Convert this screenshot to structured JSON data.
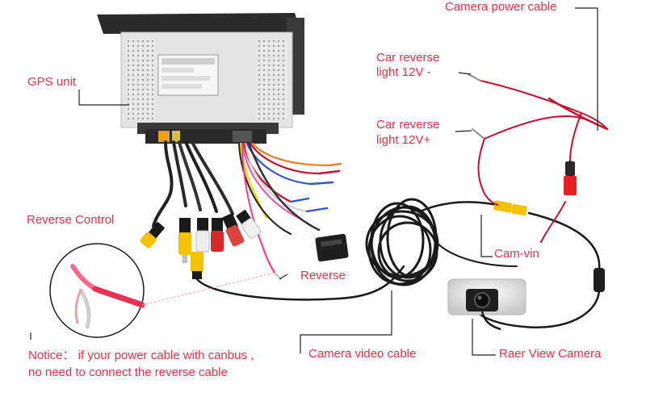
{
  "labels": {
    "camera_power_cable": "Camera power cable",
    "car_reverse_light_neg_line1": "Car reverse",
    "car_reverse_light_neg_line2": "light 12V -",
    "car_reverse_light_pos_line1": "Car reverse",
    "car_reverse_light_pos_line2": "light 12V+",
    "gps_unit": "GPS unit",
    "reverse_control": "Reverse Control",
    "reverse": "Reverse",
    "cam_vin": "Cam-vin",
    "camera_video_cable": "Camera video cable",
    "rear_view_camera": "Raer View Camera",
    "notice_line1": "Notice： if your power cable with canbus ,",
    "notice_line2": "no need to connect the reverse cable"
  },
  "colors": {
    "label": "#e8304a",
    "leader_line": "#222222",
    "cable_black": "#1a1a1a",
    "wire_red": "#c8102e",
    "rca_yellow": "#f2c200",
    "rca_red": "#d62a2a",
    "rca_white": "#eeeeee",
    "unit_metal": "#e6e6e6",
    "unit_front": "#2a2a2a"
  }
}
